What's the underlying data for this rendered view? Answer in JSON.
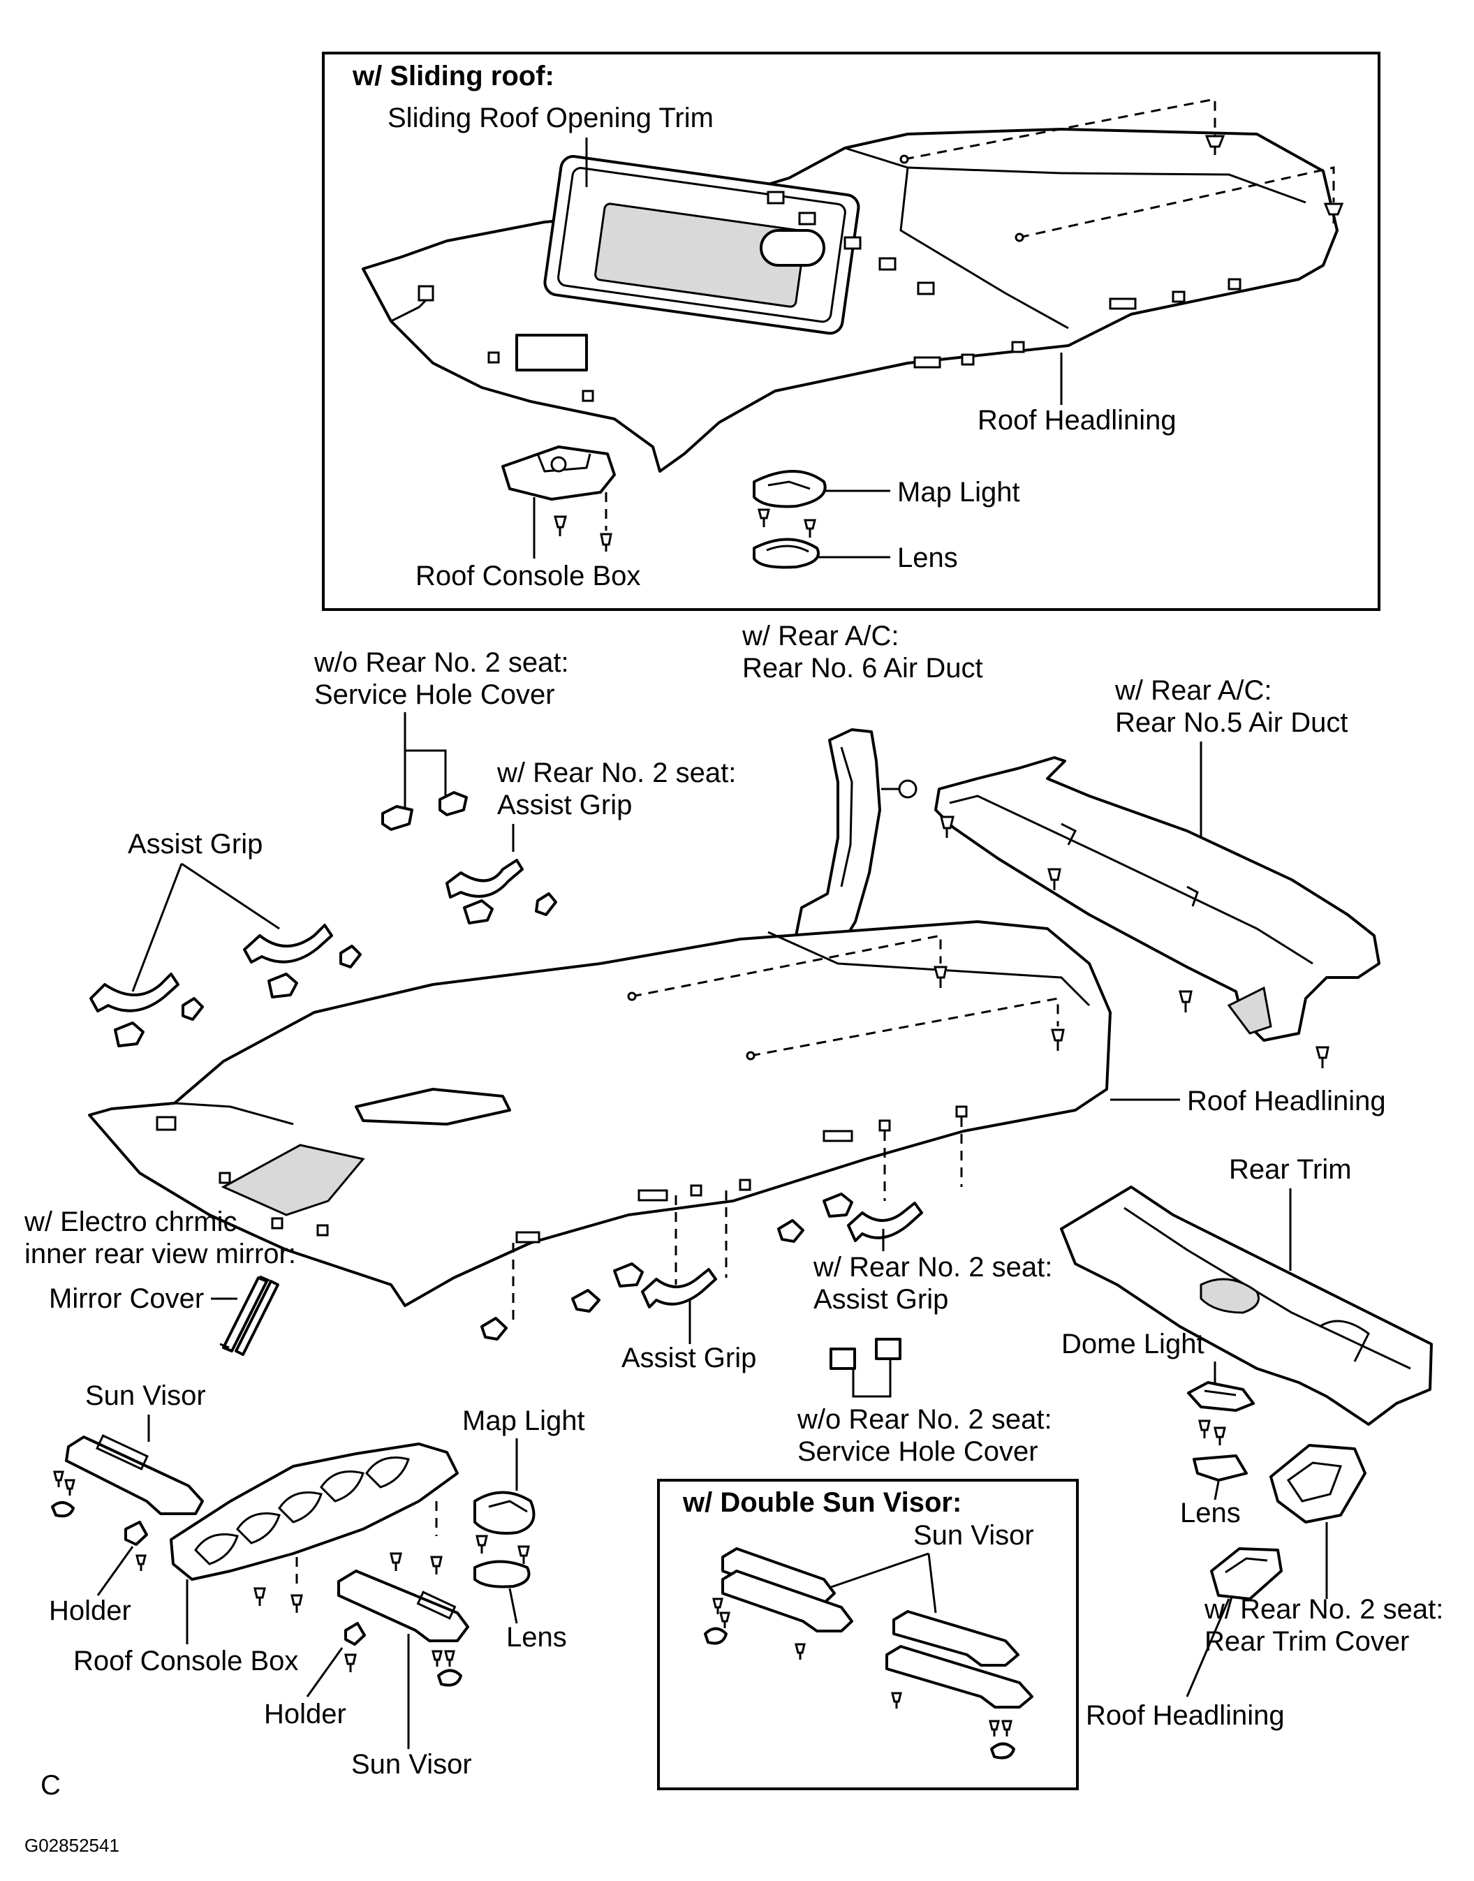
{
  "sections": {
    "sliding_roof": {
      "header": "w/ Sliding roof:"
    },
    "double_sun_visor": {
      "header": "w/ Double Sun Visor:"
    }
  },
  "labels": {
    "sliding_roof_opening_trim": "Sliding Roof Opening Trim",
    "roof_headlining_top": "Roof Headlining",
    "map_light_top": "Map Light",
    "lens_top": "Lens",
    "roof_console_box_top": "Roof Console Box",
    "service_hole_cover_top": [
      "w/o Rear No. 2 seat:",
      "Service Hole Cover"
    ],
    "assist_grip_rear_top": [
      "w/ Rear No. 2 seat:",
      "Assist Grip"
    ],
    "air_duct_6": [
      "w/ Rear A/C:",
      "Rear No. 6 Air Duct"
    ],
    "air_duct_5": [
      "w/ Rear A/C:",
      "Rear No.5  Air Duct"
    ],
    "assist_grip_left": "Assist Grip",
    "roof_headlining_main": "Roof Headlining",
    "rear_trim": "Rear Trim",
    "electrochromic": [
      "w/ Electro chrmic",
      "inner rear view mirror:"
    ],
    "mirror_cover": "Mirror Cover",
    "assist_grip_center": "Assist Grip",
    "assist_grip_rear_bottom": [
      "w/ Rear No. 2 seat:",
      "Assist Grip"
    ],
    "dome_light": "Dome Light",
    "sun_visor_left": "Sun Visor",
    "map_light_bottom": "Map Light",
    "service_hole_cover_bottom": [
      "w/o Rear No. 2 seat:",
      "Service Hole Cover"
    ],
    "sun_visor_double": "Sun Visor",
    "lens_right": "Lens",
    "holder_left": "Holder",
    "lens_bottom": "Lens",
    "rear_trim_cover": [
      "w/ Rear No. 2 seat:",
      "Rear Trim Cover"
    ],
    "roof_console_box_bottom": "Roof Console Box",
    "holder_bottom": "Holder",
    "roof_headlining_small": "Roof Headlining",
    "sun_visor_bottom": "Sun Visor"
  },
  "footer": {
    "corner_letter": "C",
    "figure_code": "G02852541"
  }
}
